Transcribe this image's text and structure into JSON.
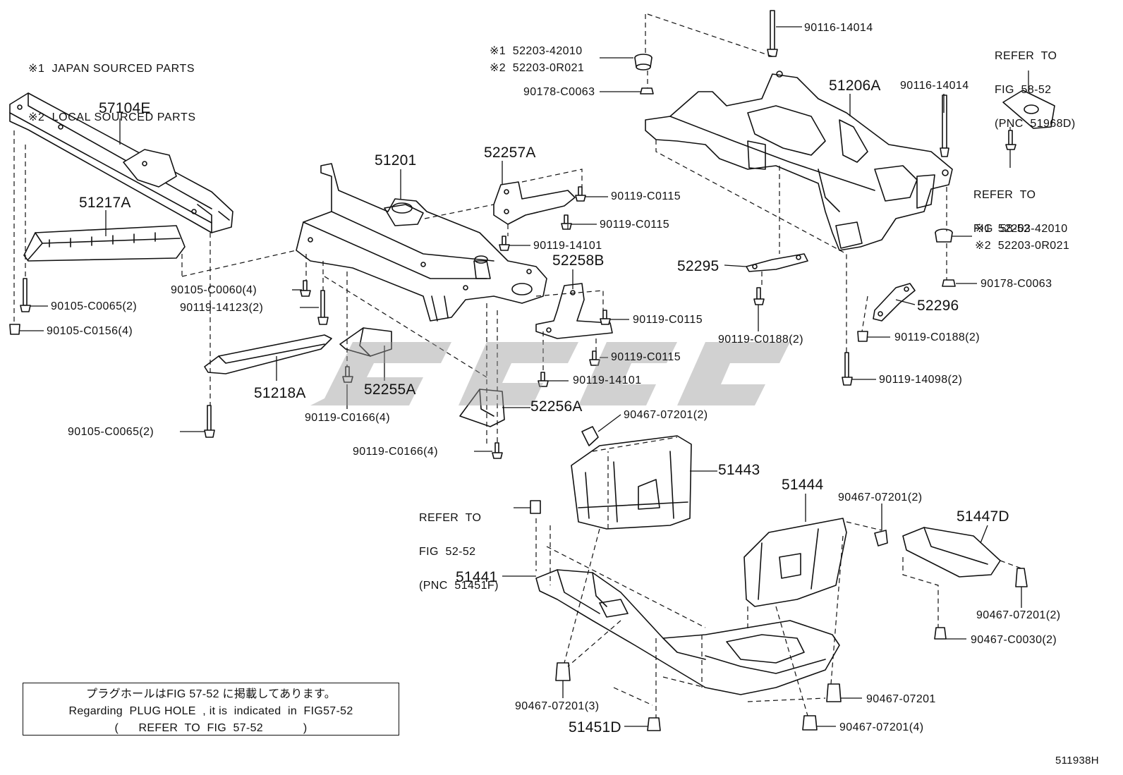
{
  "legend": {
    "line1": "※1  JAPAN SOURCED PARTS",
    "line2": "※2  LOCAL SOURCED PARTS"
  },
  "labels": {
    "p57104E": "57104E",
    "p51217A": "51217A",
    "p51201": "51201",
    "p52257A": "52257A",
    "p51206A": "51206A",
    "p52258B": "52258B",
    "p52295": "52295",
    "p52296": "52296",
    "p51218A": "51218A",
    "p52255A": "52255A",
    "p52256A": "52256A",
    "p51443": "51443",
    "p51444": "51444",
    "p51447D": "51447D",
    "p51441": "51441",
    "p51451D": "51451D",
    "b90116_14014_a": "90116-14014",
    "b90116_14014_b": "90116-14014",
    "b52203_42010_a": "※1  52203-42010",
    "b52203_0R021_a": "※2  52203-0R021",
    "b90178_C0063_a": "90178-C0063",
    "b52203_42010_b": "※1  52203-42010",
    "b52203_0R021_b": "※2  52203-0R021",
    "b90178_C0063_b": "90178-C0063",
    "b90119_C0115_1": "90119-C0115",
    "b90119_C0115_2": "90119-C0115",
    "b90119_14101_a": "90119-14101",
    "b90119_C0115_3": "90119-C0115",
    "b90119_C0115_4": "90119-C0115",
    "b90119_14101_b": "90119-14101",
    "b90105_C0060": "90105-C0060(4)",
    "b90119_14123": "90119-14123(2)",
    "b90105_C0065_a": "90105-C0065(2)",
    "b90105_C0156": "90105-C0156(4)",
    "b90105_C0065_b": "90105-C0065(2)",
    "b90119_C0166_a": "90119-C0166(4)",
    "b90119_C0166_b": "90119-C0166(4)",
    "b90119_C0188_a": "90119-C0188(2)",
    "b90119_C0188_b": "90119-C0188(2)",
    "b90119_14098": "90119-14098(2)",
    "b90467_07201_a": "90467-07201(2)",
    "b90467_07201_b": "90467-07201(2)",
    "b90467_07201_c": "90467-07201(2)",
    "b90467_C0030": "90467-C0030(2)",
    "b90467_07201_d": "90467-07201",
    "b90467_07201_e": "90467-07201(3)",
    "b90467_07201_f": "90467-07201(4)"
  },
  "refs": {
    "r1_l1": "REFER  TO",
    "r1_l2": "FIG  58-52",
    "r1_l3": "(PNC  51968D)",
    "r2_l1": "REFER  TO",
    "r2_l2": "FIG  58-52",
    "r3_l1": "REFER  TO",
    "r3_l2": "FIG  52-52",
    "r3_l3": "(PNC  51451F)"
  },
  "note": {
    "line1": "プラグホールはFIG 57-52 に掲載してあります。",
    "line2": "Regarding  PLUG HOLE  , it is  indicated  in  FIG57-52",
    "line3": "(      REFER  TO  FIG  57-52            )"
  },
  "figure_id": "511938H"
}
